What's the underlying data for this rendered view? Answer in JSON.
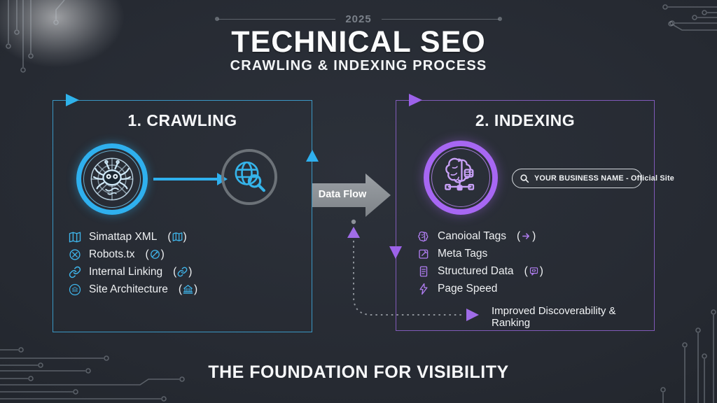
{
  "header": {
    "year": "2025",
    "title": "TECHNICAL SEO",
    "subtitle": "CRAWLING & INDEXING PROCESS"
  },
  "crawling": {
    "title": "1. CRAWLING",
    "items": [
      {
        "label": "Simattap XML",
        "paren_icon": "map-icon"
      },
      {
        "label": "Robots.tx",
        "paren_icon": "no-entry-icon"
      },
      {
        "label": "Internal Linking",
        "paren_icon": "link-icon"
      },
      {
        "label": "Site Architecture",
        "paren_icon": "building-icon"
      }
    ]
  },
  "flow": {
    "label": "Data Flow"
  },
  "indexing": {
    "title": "2. INDEXING",
    "search": {
      "value": "YOUR BUSINESS NAME - Official Site"
    },
    "items": [
      {
        "label": "Canoioal Tags",
        "paren_icon": "arrow-right-icon"
      },
      {
        "label": "Meta Tags"
      },
      {
        "label": "Structured Data",
        "paren_icon": "code-bubble-icon"
      },
      {
        "label": "Page Speed"
      }
    ],
    "outcome": "Improved Discoverability & Ranking"
  },
  "footer": {
    "title": "THE FOUNDATION FOR VISIBILITY"
  },
  "icons": [
    "spider-bot-web-icon",
    "globe-magnifier-icon",
    "brain-network-icon",
    "search-icon",
    "sitemap-map-icon",
    "circle-x-icon",
    "chain-link-icon",
    "circled-building-icon",
    "brain-icon",
    "note-edit-icon",
    "document-icon",
    "lightning-icon",
    "map-icon",
    "no-entry-icon",
    "link-icon",
    "building-icon",
    "arrow-right-icon",
    "code-bubble-icon",
    "circuit-trace-decoration"
  ],
  "colors": {
    "background": "#23272E",
    "cyan": "#2FB0EE",
    "purple": "#A767F3",
    "arrow_gray": "#8F9397",
    "text": "#EEF0F2",
    "muted": "#7B818A"
  }
}
